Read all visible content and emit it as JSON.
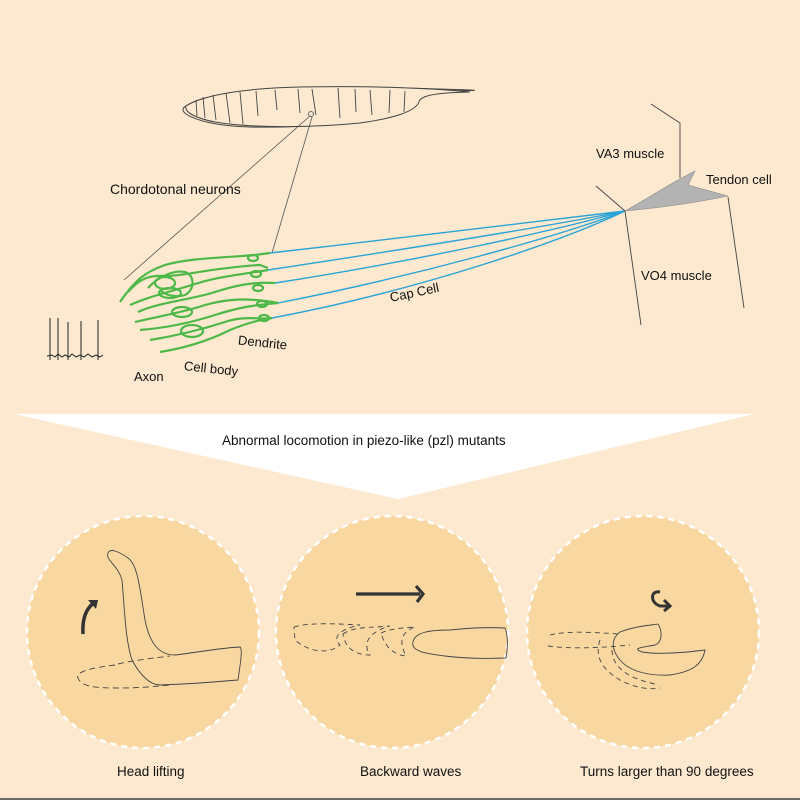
{
  "figure": {
    "top_panel": {
      "labels": {
        "chordotonal_neurons": "Chordotonal neurons",
        "va3_muscle": "VA3 muscle",
        "tendon_cell": "Tendon cell",
        "vo4_muscle": "VO4 muscle",
        "cap_cell": "Cap Cell",
        "dendrite": "Dendrite",
        "cell_body": "Cell body",
        "axon": "Axon"
      },
      "colors": {
        "neuron": "#4db848",
        "cap_cell": "#2aa3d6",
        "tendon": "#b3b3b3",
        "lines": "#555555"
      }
    },
    "banner": {
      "text": "Abnormal locomotion in piezo-like (pzl) mutants",
      "color": "#ffffff"
    },
    "phenotypes": [
      {
        "caption": "Head lifting",
        "icon": "curved-up-arrow-icon"
      },
      {
        "caption": "Backward waves",
        "icon": "right-arrow-icon"
      },
      {
        "caption": "Turns larger than 90 degrees",
        "icon": "turn-arrow-icon"
      }
    ],
    "colors": {
      "background": "#fce9cf",
      "circle_fill": "#f9d7a0",
      "circle_border": "#ffffff"
    }
  }
}
